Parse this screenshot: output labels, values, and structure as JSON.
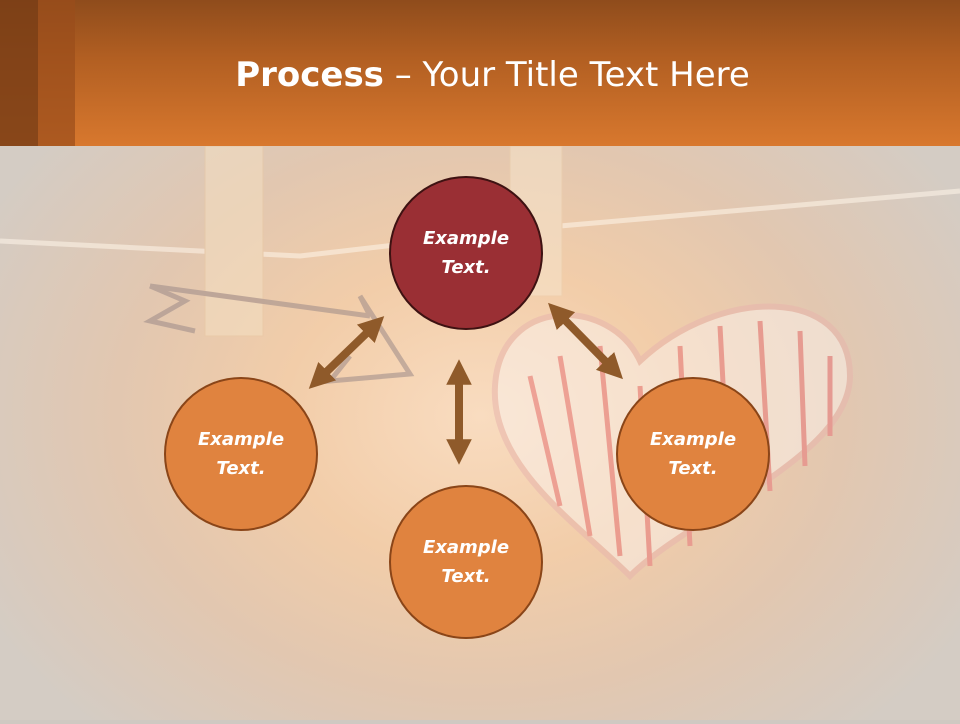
{
  "header": {
    "title_bold": "Process",
    "title_rest": " – Your Title Text Here"
  },
  "colors": {
    "header": "#d8782e",
    "node_orange": "#e0833f",
    "node_highlight": "#9a2f34",
    "arrow": "#8f5a2a"
  },
  "diagram": {
    "nodes": [
      {
        "id": "top",
        "label": "Example\nText.",
        "highlight": true
      },
      {
        "id": "left",
        "label": "Example\nText.",
        "highlight": false
      },
      {
        "id": "right",
        "label": "Example\nText.",
        "highlight": false
      },
      {
        "id": "bottom",
        "label": "Example\nText.",
        "highlight": false
      }
    ],
    "arrows": [
      {
        "from": "top",
        "to": "left",
        "type": "double-headed"
      },
      {
        "from": "top",
        "to": "right",
        "type": "double-headed"
      },
      {
        "from": "top",
        "to": "bottom",
        "type": "double-headed"
      }
    ]
  }
}
